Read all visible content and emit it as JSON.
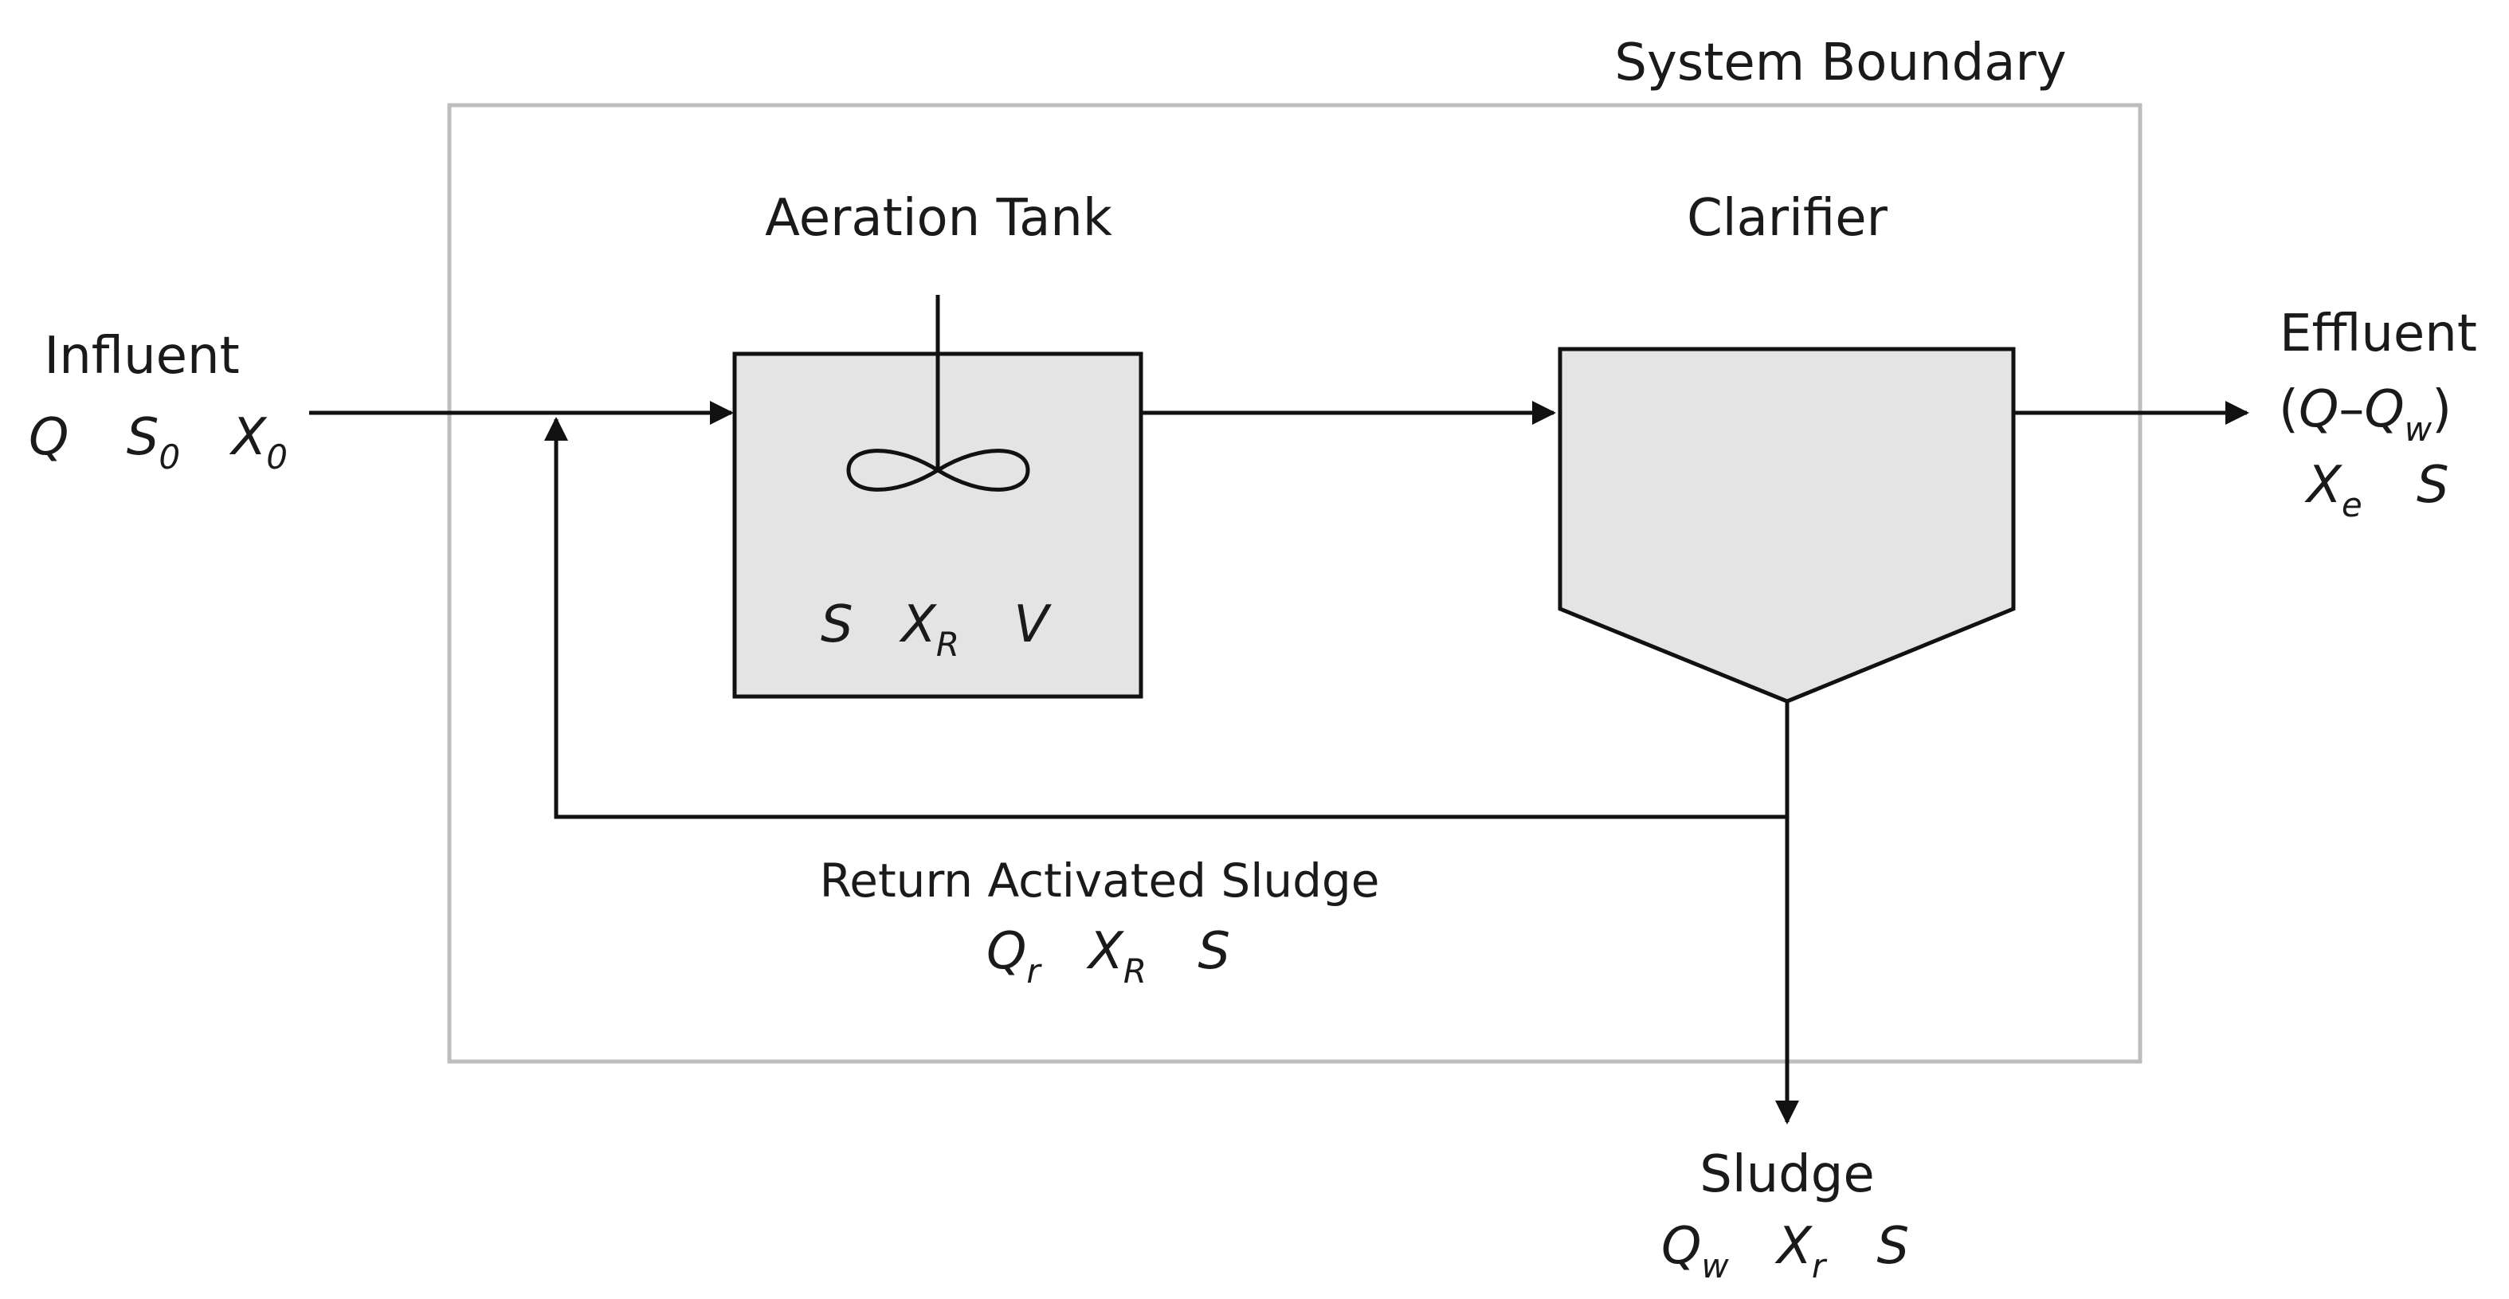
{
  "colors": {
    "background": "#ffffff",
    "line": "#111111",
    "unit_fill": "#e4e4e4",
    "boundary": "#bdbdbd",
    "text": "#1a1a1a"
  },
  "boundary": {
    "label": "System Boundary"
  },
  "aeration_tank": {
    "title": "Aeration Tank",
    "vars": [
      {
        "main": "S",
        "sub": ""
      },
      {
        "main": "X",
        "sub": "R"
      },
      {
        "main": "V",
        "sub": ""
      }
    ]
  },
  "clarifier": {
    "title": "Clarifier"
  },
  "influent": {
    "title": "Influent",
    "vars": [
      {
        "main": "Q",
        "sub": ""
      },
      {
        "main": "S",
        "sub": "0"
      },
      {
        "main": "X",
        "sub": "0"
      }
    ]
  },
  "effluent": {
    "title": "Effluent",
    "flow": {
      "open": "(",
      "q": "Q",
      "minus": "–",
      "q2": "Q",
      "sub": "w",
      "close": ")"
    },
    "vars": [
      {
        "main": "X",
        "sub": "e"
      },
      {
        "main": "S",
        "sub": ""
      }
    ]
  },
  "ras": {
    "title": "Return Activated Sludge",
    "vars": [
      {
        "main": "Q",
        "sub": "r"
      },
      {
        "main": "X",
        "sub": "R"
      },
      {
        "main": "S",
        "sub": ""
      }
    ]
  },
  "sludge": {
    "title": "Sludge",
    "vars": [
      {
        "main": "Q",
        "sub": "w"
      },
      {
        "main": "X",
        "sub": "r"
      },
      {
        "main": "S",
        "sub": ""
      }
    ]
  }
}
